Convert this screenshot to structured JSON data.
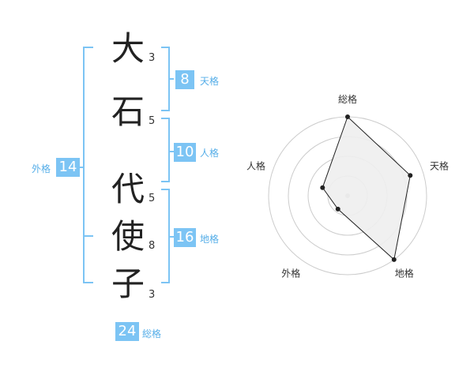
{
  "name": {
    "chars": [
      {
        "char": "大",
        "strokes": "3"
      },
      {
        "char": "石",
        "strokes": "5"
      },
      {
        "char": "代",
        "strokes": "5"
      },
      {
        "char": "使",
        "strokes": "8"
      },
      {
        "char": "子",
        "strokes": "3"
      }
    ]
  },
  "fortunes": {
    "tenkaku": {
      "value": "8",
      "label": "天格"
    },
    "jinkaku": {
      "value": "10",
      "label": "人格"
    },
    "chikaku": {
      "value": "16",
      "label": "地格"
    },
    "gaikaku": {
      "value": "14",
      "label": "外格"
    },
    "soukaku": {
      "value": "24",
      "label": "総格"
    }
  },
  "chart_data": {
    "type": "radar",
    "axes": [
      "総格",
      "天格",
      "地格",
      "外格",
      "人格"
    ],
    "values": [
      24,
      20,
      24,
      5,
      8
    ],
    "rmax": 24,
    "rings": 4,
    "line_color": "#222222",
    "fill_color": "#eeeeee",
    "grid_color": "#cccccc"
  }
}
